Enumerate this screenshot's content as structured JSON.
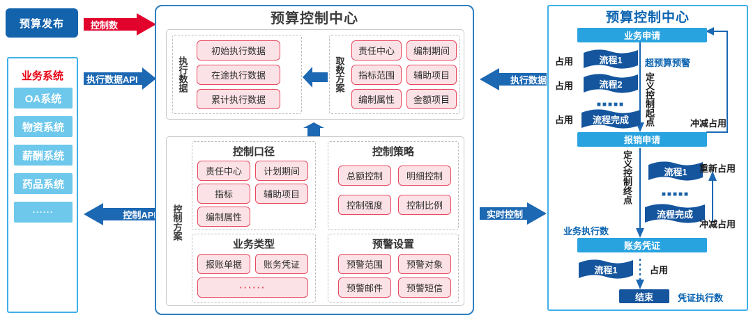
{
  "left": {
    "publish_label": "预算发布",
    "biz_title": "业务系统",
    "biz_items": [
      {
        "label": "OA系统"
      },
      {
        "label": "物资系统"
      },
      {
        "label": "薪酬系统"
      },
      {
        "label": "药品系统"
      },
      {
        "label": "······"
      }
    ],
    "arrows": [
      {
        "name": "control-number",
        "label": "控制数",
        "direction": "right",
        "color": "#e2032c"
      },
      {
        "name": "exec-data-api",
        "label": "执行数据API",
        "direction": "right",
        "color": "#1c68b3"
      },
      {
        "name": "control-api",
        "label": "控制API",
        "direction": "left",
        "color": "#1c68b3"
      }
    ]
  },
  "center": {
    "title": "预算控制中心",
    "exec_data": {
      "side_label": "执行数据",
      "items": [
        "初始执行数据",
        "在途执行数据",
        "累计执行数据"
      ]
    },
    "fetch_plan": {
      "side_label": "取数方案",
      "items": [
        "责任中心",
        "编制期间",
        "指标范围",
        "辅助项目",
        "编制属性",
        "金额项目"
      ]
    },
    "control_plan": {
      "side_label": "控制方案",
      "groups": [
        {
          "title": "控制口径",
          "items": [
            "责任中心",
            "计划期间",
            "指标",
            "辅助项目",
            "编制属性"
          ]
        },
        {
          "title": "控制策略",
          "items": [
            "总额控制",
            "明细控制",
            "控制强度",
            "控制比例"
          ]
        },
        {
          "title": "业务类型",
          "items": [
            "报账单据",
            "账务凭证",
            "······"
          ]
        },
        {
          "title": "预警设置",
          "items": [
            "预警范围",
            "预警对象",
            "预警邮件",
            "预警短信"
          ]
        }
      ]
    }
  },
  "middle_arrows": [
    {
      "name": "exec-data",
      "label": "执行数据",
      "direction": "left"
    },
    {
      "name": "realtime-control",
      "label": "实时控制",
      "direction": "right"
    }
  ],
  "right": {
    "title": "预算控制中心",
    "stages": [
      {
        "name": "business-application",
        "label": "业务申请",
        "tone": "light"
      },
      {
        "name": "reimbursement-application",
        "label": "报销申请",
        "tone": "light"
      },
      {
        "name": "accounting-voucher",
        "label": "账务凭证",
        "tone": "light"
      },
      {
        "name": "end",
        "label": "结束",
        "tone": "dark"
      }
    ],
    "flows_upper": [
      {
        "occupy": "占用",
        "label": "流程1"
      },
      {
        "occupy": "占用",
        "label": "流程2"
      },
      {
        "occupy": "占用",
        "label": "流程完成"
      }
    ],
    "flows_middle": [
      {
        "label": "流程1"
      },
      {
        "label": "流程完成"
      }
    ],
    "flow_lower": {
      "label": "流程1"
    },
    "dots": "■■■■■",
    "annotations": {
      "over_budget_alert": "超预算预警",
      "define_start": "定义控制起点",
      "define_end": "定义控制终点",
      "offset_occupy_1": "冲减占用",
      "reoccupy": "重新占用",
      "offset_occupy_2": "冲减占用",
      "biz_exec_count": "业务执行数",
      "voucher_exec_count": "凭证执行数",
      "occupy_lower": "占用"
    }
  },
  "colors": {
    "dark_blue": "#14559e",
    "mid_blue": "#1c68b3",
    "light_blue": "#29a3e0",
    "pale_blue": "#6dc8ec",
    "red": "#e2032c",
    "pink_fill": "#fbe2e6",
    "pink_border": "#e8485e"
  }
}
